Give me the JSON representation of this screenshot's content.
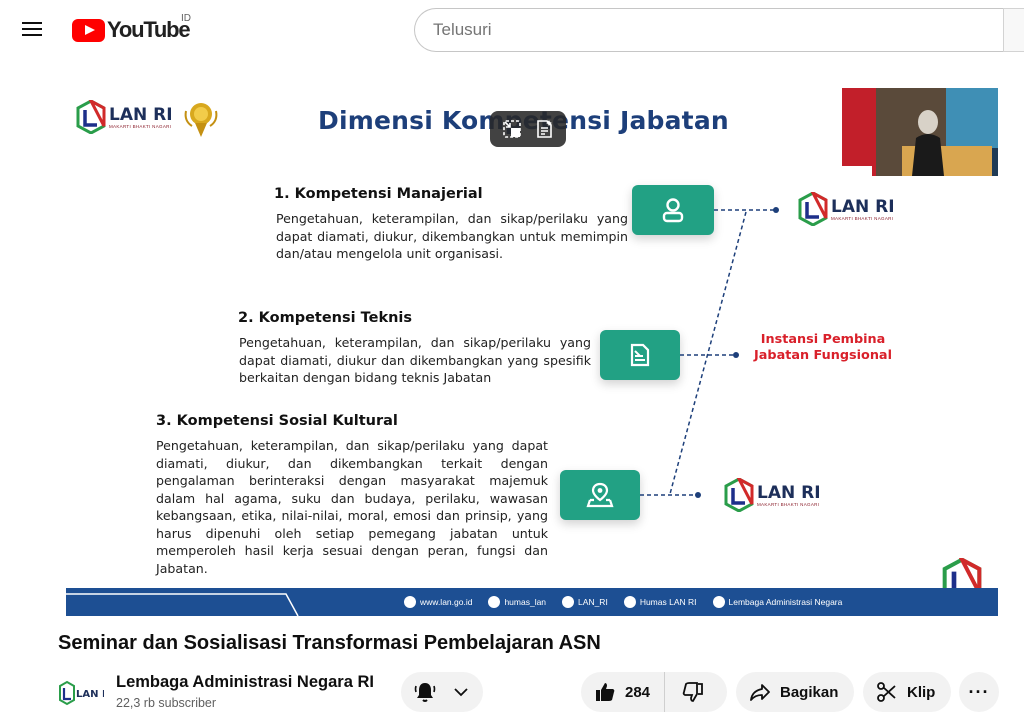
{
  "header": {
    "logo_word": "YouTube",
    "region": "ID",
    "search_placeholder": "Telusuri"
  },
  "slide": {
    "title": "Dimensi Kompetensi Jabatan",
    "logo_name": "LAN RI",
    "logo_sub": "MAKARTI BHAKTI NAGARI",
    "competencies": [
      {
        "title": "1. Kompetensi Manajerial",
        "text": "Pengetahuan, keterampilan, dan sikap/perilaku yang dapat diamati, diukur, dikembangkan untuk memimpin dan/atau mengelola unit organisasi.",
        "icon": "user-icon"
      },
      {
        "title": "2. Kompetensi Teknis",
        "text": "Pengetahuan, keterampilan, dan sikap/perilaku yang dapat diamati, diukur dan dikembangkan yang spesifik berkaitan dengan bidang teknis Jabatan",
        "icon": "document-edit-icon"
      },
      {
        "title": "3. Kompetensi Sosial Kultural",
        "text": "Pengetahuan, keterampilan, dan sikap/perilaku yang dapat diamati, diukur, dan dikembangkan terkait dengan pengalaman berinteraksi dengan masyarakat majemuk dalam hal agama, suku dan budaya, perilaku, wawasan kebangsaan, etika, nilai-nilai, moral, emosi dan prinsip, yang harus dipenuhi oleh setiap pemegang jabatan untuk memperoleh hasil kerja sesuai dengan peran, fungsi dan Jabatan.",
        "icon": "map-pin-icon"
      }
    ],
    "pembina_label": "Instansi Pembina Jabatan Fungsional",
    "footer": {
      "website": "www.lan.go.id",
      "instagram": "humas_lan",
      "x": "LAN_RI",
      "facebook": "Humas LAN RI",
      "youtube": "Lembaga Administrasi Negara"
    }
  },
  "video": {
    "title": "Seminar dan Sosialisasi Transformasi Pembelajaran ASN"
  },
  "channel": {
    "name": "Lembaga Administrasi Negara RI",
    "subscribers": "22,3 rb subscriber",
    "avatar_text": "LAN RI"
  },
  "actions": {
    "likes": "284",
    "share_label": "Bagikan",
    "clip_label": "Klip",
    "more_label": "···"
  },
  "colors": {
    "brand_red": "#ff0000",
    "slide_title": "#1d3f7a",
    "icon_green": "#22a184",
    "pembina_red": "#d9202a",
    "footer_blue": "#1d4f93"
  }
}
